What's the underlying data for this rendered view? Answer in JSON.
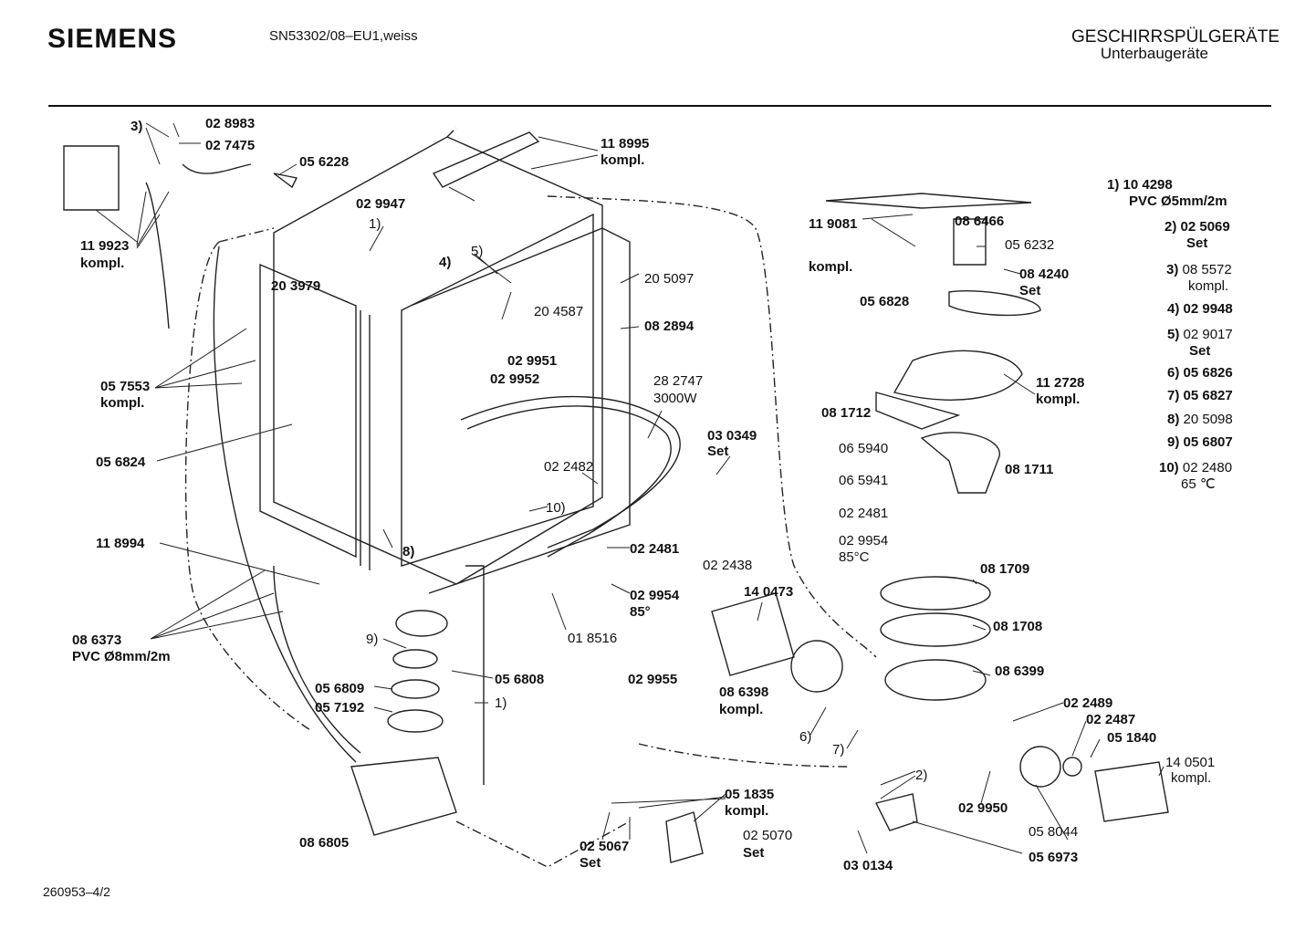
{
  "header": {
    "brand": "SIEMENS",
    "model": "SN53302/08–EU1,weiss",
    "category": "GESCHIRRSPÜLGERÄTE",
    "subcategory": "Unterbaugeräte"
  },
  "footer": {
    "doc_number": "260953–4/2"
  },
  "callouts": [
    {
      "id": "c1",
      "text": "3)",
      "bold": true
    },
    {
      "id": "c2",
      "text": "02 8983",
      "bold": true
    },
    {
      "id": "c3",
      "text": "02 7475",
      "bold": true
    },
    {
      "id": "c4",
      "text": "05 6228",
      "bold": true
    },
    {
      "id": "c5",
      "text": "11 8995",
      "bold": true
    },
    {
      "id": "c6",
      "text": "kompl.",
      "bold": true
    },
    {
      "id": "c7",
      "text": "02 9947",
      "bold": true
    },
    {
      "id": "c8",
      "text": "1)",
      "bold": false
    },
    {
      "id": "c9",
      "text": "5)",
      "bold": false
    },
    {
      "id": "c10",
      "text": "4)",
      "bold": true
    },
    {
      "id": "c11",
      "text": "11 9923",
      "bold": true
    },
    {
      "id": "c12",
      "text": "kompl.",
      "bold": true
    },
    {
      "id": "c13",
      "text": "20 3979",
      "bold": true
    },
    {
      "id": "c14",
      "text": "20 5097",
      "bold": false
    },
    {
      "id": "c15",
      "text": "20 4587",
      "bold": false
    },
    {
      "id": "c16",
      "text": "08 2894",
      "bold": true
    },
    {
      "id": "c17",
      "text": "02 9951",
      "bold": true
    },
    {
      "id": "c18",
      "text": "02 9952",
      "bold": true
    },
    {
      "id": "c19",
      "text": "05 7553",
      "bold": true
    },
    {
      "id": "c20",
      "text": "kompl.",
      "bold": true
    },
    {
      "id": "c21",
      "text": "28 2747",
      "bold": false
    },
    {
      "id": "c22",
      "text": "3000W",
      "bold": false
    },
    {
      "id": "c23",
      "text": "05 6824",
      "bold": true
    },
    {
      "id": "c24",
      "text": "03 0349",
      "bold": true
    },
    {
      "id": "c25",
      "text": "Set",
      "bold": true
    },
    {
      "id": "c26",
      "text": "02 2482",
      "bold": false
    },
    {
      "id": "c27",
      "text": "10)",
      "bold": false
    },
    {
      "id": "c28",
      "text": "11 8994",
      "bold": true
    },
    {
      "id": "c29",
      "text": "8)",
      "bold": true
    },
    {
      "id": "c30",
      "text": "02 2481",
      "bold": true
    },
    {
      "id": "c31",
      "text": "02 2438",
      "bold": false
    },
    {
      "id": "c32",
      "text": "14 0473",
      "bold": true
    },
    {
      "id": "c33",
      "text": "02 9954",
      "bold": true
    },
    {
      "id": "c34",
      "text": "85°",
      "bold": true
    },
    {
      "id": "c35",
      "text": "01 8516",
      "bold": false
    },
    {
      "id": "c36",
      "text": "08 6373",
      "bold": true
    },
    {
      "id": "c37",
      "text": "PVC Ø8mm/2m",
      "bold": true
    },
    {
      "id": "c38",
      "text": "9)",
      "bold": false
    },
    {
      "id": "c39",
      "text": "02 9955",
      "bold": true
    },
    {
      "id": "c40",
      "text": "05 6808",
      "bold": true
    },
    {
      "id": "c41",
      "text": "05 6809",
      "bold": true
    },
    {
      "id": "c42",
      "text": "05 7192",
      "bold": true
    },
    {
      "id": "c43",
      "text": "1)",
      "bold": false
    },
    {
      "id": "c44",
      "text": "08 6398",
      "bold": true
    },
    {
      "id": "c45",
      "text": "kompl.",
      "bold": true
    },
    {
      "id": "c46",
      "text": "6)",
      "bold": false
    },
    {
      "id": "c47",
      "text": "7)",
      "bold": false
    },
    {
      "id": "c48",
      "text": "05 1835",
      "bold": true
    },
    {
      "id": "c49",
      "text": "kompl.",
      "bold": true
    },
    {
      "id": "c50",
      "text": "02 5067",
      "bold": true
    },
    {
      "id": "c51",
      "text": "Set",
      "bold": true
    },
    {
      "id": "c52",
      "text": "02 5070",
      "bold": false
    },
    {
      "id": "c53",
      "text": "Set",
      "bold": true
    },
    {
      "id": "c54",
      "text": "08 6805",
      "bold": true
    },
    {
      "id": "c55",
      "text": "08 6466",
      "bold": true
    },
    {
      "id": "c56",
      "text": "05 6232",
      "bold": false
    },
    {
      "id": "c57",
      "text": "11 9081",
      "bold": true
    },
    {
      "id": "c58",
      "text": "kompl.",
      "bold": true
    },
    {
      "id": "c59",
      "text": "08 4240",
      "bold": true
    },
    {
      "id": "c60",
      "text": "Set",
      "bold": true
    },
    {
      "id": "c61",
      "text": "05 6828",
      "bold": true
    },
    {
      "id": "c62",
      "text": "11 2728",
      "bold": true
    },
    {
      "id": "c63",
      "text": "kompl.",
      "bold": true
    },
    {
      "id": "c64",
      "text": "08 1712",
      "bold": true
    },
    {
      "id": "c65",
      "text": "06 5940",
      "bold": false
    },
    {
      "id": "c66",
      "text": "06 5941",
      "bold": false
    },
    {
      "id": "c67",
      "text": "08 1711",
      "bold": true
    },
    {
      "id": "c68",
      "text": "02 2481",
      "bold": false
    },
    {
      "id": "c69",
      "text": "02 9954",
      "bold": false
    },
    {
      "id": "c70",
      "text": "85°C",
      "bold": false
    },
    {
      "id": "c71",
      "text": "08 1709",
      "bold": true
    },
    {
      "id": "c72",
      "text": "08 1708",
      "bold": true
    },
    {
      "id": "c73",
      "text": "08 6399",
      "bold": true
    },
    {
      "id": "c74",
      "text": "02 2489",
      "bold": true
    },
    {
      "id": "c75",
      "text": "02 2487",
      "bold": true
    },
    {
      "id": "c76",
      "text": "05 1840",
      "bold": true
    },
    {
      "id": "c77",
      "text": "14 0501",
      "bold": false
    },
    {
      "id": "c78",
      "text": "kompl.",
      "bold": false
    },
    {
      "id": "c79",
      "text": "2)",
      "bold": false
    },
    {
      "id": "c80",
      "text": "02 9950",
      "bold": true
    },
    {
      "id": "c81",
      "text": "05 8044",
      "bold": false
    },
    {
      "id": "c82",
      "text": "05 6973",
      "bold": true
    },
    {
      "id": "c83",
      "text": "03 0134",
      "bold": true
    }
  ],
  "legend": [
    {
      "num": "1)",
      "line1": "10 4298",
      "line2": "PVC Ø5mm/2m"
    },
    {
      "num": "2)",
      "line1": "02 5069",
      "line2": "Set"
    },
    {
      "num": "3)",
      "line1": "08 5572",
      "line2": "kompl."
    },
    {
      "num": "4)",
      "line1": "02 9948",
      "line2": ""
    },
    {
      "num": "5)",
      "line1": "02 9017",
      "line2": "Set"
    },
    {
      "num": "6)",
      "line1": "05 6826",
      "line2": ""
    },
    {
      "num": "7)",
      "line1": "05 6827",
      "line2": ""
    },
    {
      "num": "8)",
      "line1": "20 5098",
      "line2": ""
    },
    {
      "num": "9)",
      "line1": "05 6807",
      "line2": ""
    },
    {
      "num": "10)",
      "line1": "02 2480",
      "line2": "65 ℃"
    }
  ]
}
